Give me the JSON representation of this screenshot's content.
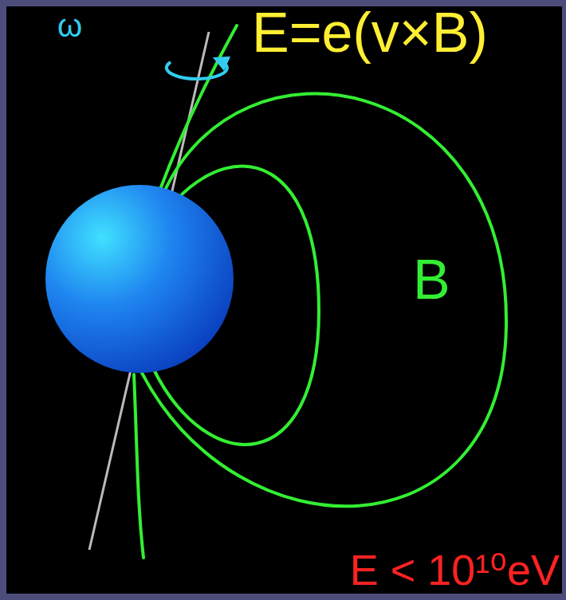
{
  "diagram": {
    "labels": [
      "ω",
      "E=e(v×B)",
      "B",
      "E < 10¹⁰eV"
    ]
  }
}
